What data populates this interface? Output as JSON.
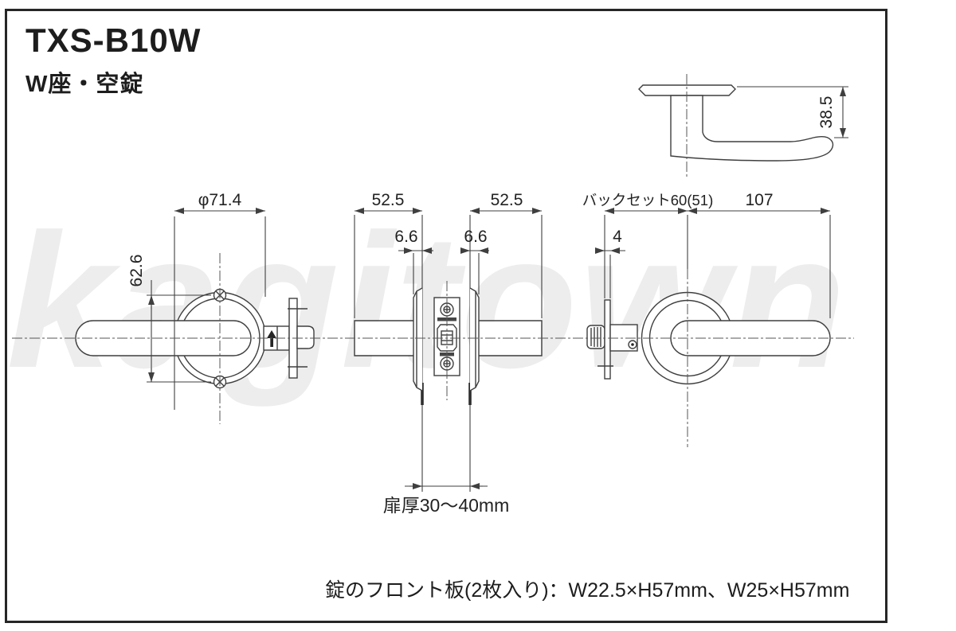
{
  "header": {
    "title": "TXS-B10W",
    "subtitle": "W座・空錠"
  },
  "watermark": {
    "text": "kagitown"
  },
  "footnote": {
    "text": "錠のフロント板(2枚入り)：W22.5×H57mm、W25×H57mm"
  },
  "drawing": {
    "front_view_inside": {
      "diameter_label": "φ71.4",
      "screw_pitch_label": "62.6"
    },
    "cross_section": {
      "left_projection_label": "52.5",
      "right_projection_label": "52.5",
      "left_rose_depth_label": "6.6",
      "right_rose_depth_label": "6.6",
      "door_thickness_label": "扉厚30〜40mm"
    },
    "front_view_outside": {
      "backset_label": "バックセット60(51)",
      "lever_length_label": "107",
      "faceplate_thickness_label": "4"
    },
    "side_view": {
      "height_label": "38.5"
    }
  },
  "colors": {
    "background": "#ffffff",
    "frame_border": "#262626",
    "line": "#3f3f3f",
    "centerline": "#555555",
    "text": "#1d1d1d",
    "watermark": "#ededed"
  }
}
